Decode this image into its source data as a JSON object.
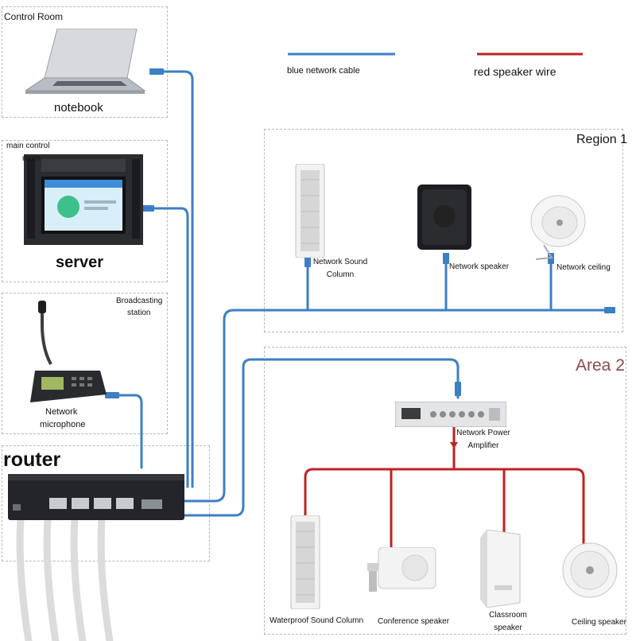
{
  "colors": {
    "network_cable": "#3d7fc4",
    "speaker_wire": "#c02222",
    "area2_title": "#8b4a4a"
  },
  "legend": {
    "blue_label": "blue network cable",
    "red_label": "red speaker wire"
  },
  "control_room": {
    "title": "Control Room",
    "device": "notebook"
  },
  "main_control_room": {
    "title_line1": "main control",
    "title_line2": "room",
    "device": "server"
  },
  "broadcasting": {
    "title_line1": "Broadcasting",
    "title_line2": "station",
    "device_line1": "Network",
    "device_line2": "microphone"
  },
  "router": {
    "label": "router"
  },
  "region1": {
    "title": "Region 1",
    "devices": [
      {
        "line1": "Network Sound",
        "line2": "Column"
      },
      {
        "line1": "Network speaker",
        "line2": ""
      },
      {
        "line1": "Network ceiling",
        "line2": ""
      }
    ]
  },
  "area2": {
    "title": "Area 2",
    "amplifier": {
      "line1": "Network Power",
      "line2": "Amplifier"
    },
    "devices": [
      {
        "line1": "Waterproof Sound Column",
        "line2": ""
      },
      {
        "line1": "Conference speaker",
        "line2": ""
      },
      {
        "line1": "Classroom",
        "line2": "speaker"
      },
      {
        "line1": "Ceiling speaker",
        "line2": ""
      }
    ]
  }
}
